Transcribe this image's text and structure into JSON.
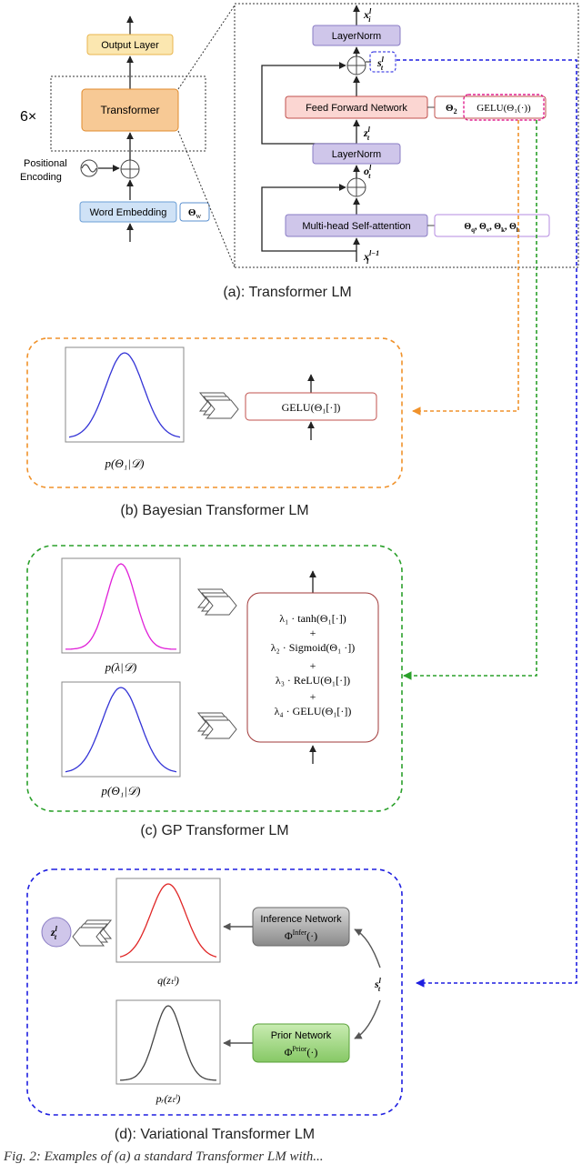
{
  "panel_a": {
    "caption": "(a): Transformer LM",
    "output_layer": "Output Layer",
    "transformer": "Transformer",
    "repeat": "6×",
    "positional_line1": "Positional",
    "positional_line2": "Encoding",
    "word_embedding": "Word Embedding",
    "theta_w": "Θ_w",
    "layernorm_top": "LayerNorm",
    "layernorm_mid": "LayerNorm",
    "ffn": "Feed Forward Network",
    "mhsa": "Multi-head Self-attention",
    "theta2": "Θ₂",
    "gelu": "GELU(Θ₁(·))",
    "attn_params": "Θ_q, Θ_v, Θ_k, Θ_h",
    "x_top": "xᵢˡ",
    "s_label": "sₜˡ",
    "z_label": "zₜˡ",
    "o_label": "oₜˡ",
    "x_bottom": "xᵢˡ⁻¹"
  },
  "panel_b": {
    "caption": "(b) Bayesian Transformer LM",
    "gelu_box": "GELU(Θ₁[·])",
    "dist_label": "p(Θ₁|𝒟)"
  },
  "panel_c": {
    "caption": "(c) GP Transformer LM",
    "line1": "λ₁ · tanh(Θ₁[·])",
    "plus1": "+",
    "line2": "λ₂ · Sigmoid(Θ₁ ·])",
    "plus2": "+",
    "line3": "λ₃ · ReLU(Θ₁[·])",
    "plus3": "+",
    "line4": "λ₄ · GELU(Θ₁[·])",
    "dist_lambda": "p(λ|𝒟)",
    "dist_theta": "p(Θ₁|𝒟)"
  },
  "panel_d": {
    "caption": "(d): Variational Transformer LM",
    "inference_title": "Inference Network",
    "inference_sym": "Φ^Infer(·)",
    "prior_title": "Prior Network",
    "prior_sym": "Φ^Prior(·)",
    "z_circle": "zₜˡ",
    "q_label": "q(zₜˡ)",
    "p_label": "pᵣ(zₜˡ)",
    "s_label": "sₜˡ"
  },
  "footer": {
    "text": "Fig. 2: Examples of (a) a standard Transformer LM with..."
  },
  "colors": {
    "orange": "#f0922b",
    "green": "#2aa02a",
    "blue": "#1f1fe0",
    "magenta": "#e0208f",
    "purple_fill": "#cfc6ea",
    "orange_fill": "#f7c995",
    "yellow_fill": "#fbe7b0",
    "blue_fill": "#cfe2f6",
    "red_fill": "#fbd6d2",
    "gray_fill": "#9a9a9a",
    "green_fill": "#a7d98a"
  }
}
